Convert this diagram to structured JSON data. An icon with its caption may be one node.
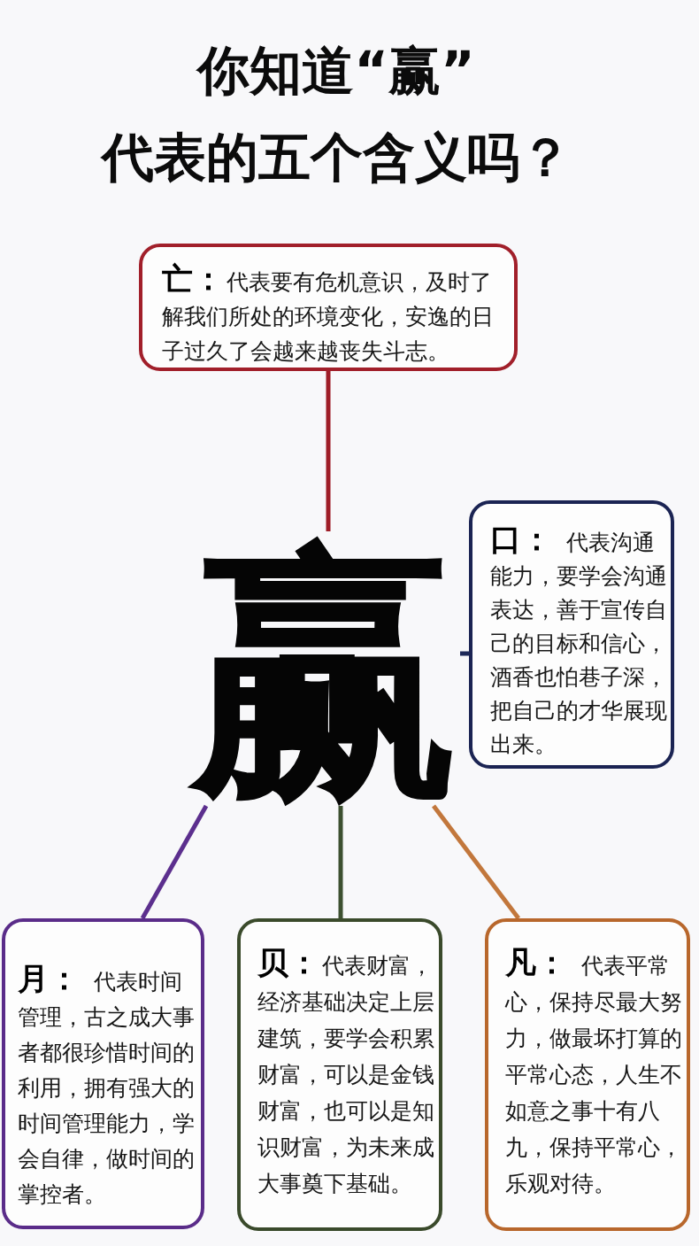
{
  "diagram": {
    "title": "你知道“赢”代表的五个含义吗？",
    "nodes": [
      {
        "text": [
          "赢"
        ]
      },
      {
        "text": [
          "**亡：**代表要有危机意识，及时了解我们所处的环境变化，安逸的日子过久了会越来越丧失斗志。"
        ]
      },
      {
        "text": [
          "**口：**代表沟通能力，要学会沟通表达，善于宣传自己的目标和信心，酒香也怕巷子深，把自己的才华展现出来。"
        ]
      },
      {
        "text": [
          "**月：**代表时间管理，古之成大事者都很珍惜时间的利用，拥有强大的时间管理能力，学会自律，做时间的掌控者。"
        ]
      },
      {
        "text": [
          "**贝：**代表财富，经济基础决定上层建筑，要学会积累财富，可以是金钱财富，也可以是知识财富，为未来成大事奠下基础。"
        ]
      },
      {
        "text": [
          "**凡：**代表平常心，保持尽最大努力，做最坏打算的平常心态，人生不如意之事十有八九，保持平常心，乐观对待。"
        ]
      }
    ],
    "edges": [
      {
        "from": 1,
        "to": 0,
        "arrow": "none",
        "color": "#9e1d27"
      },
      {
        "from": 2,
        "to": 0,
        "arrow": "none",
        "color": "#1c2858"
      },
      {
        "from": 3,
        "to": 0,
        "arrow": "none",
        "color": "#5c2f8e"
      },
      {
        "from": 4,
        "to": 0,
        "arrow": "none",
        "color": "#3d5030"
      },
      {
        "from": 5,
        "to": 0,
        "arrow": "none",
        "color": "#c2773c"
      }
    ]
  }
}
